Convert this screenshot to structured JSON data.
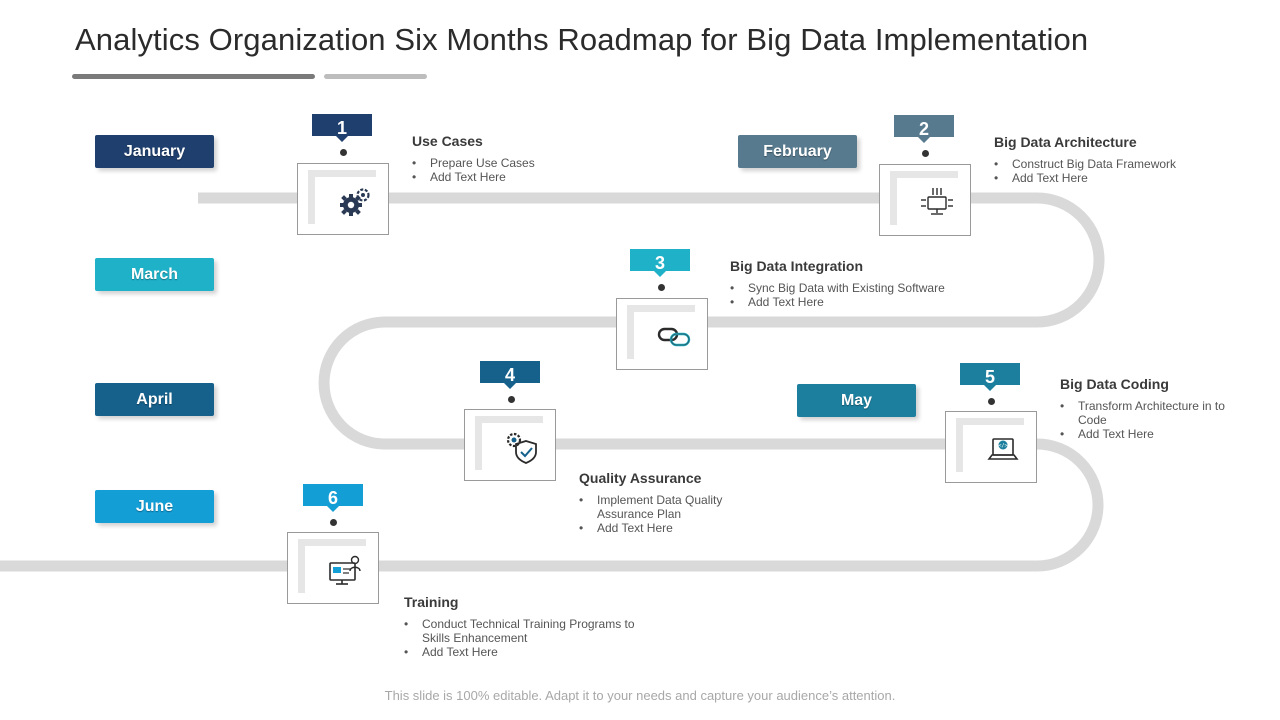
{
  "title": "Analytics Organization Six Months Roadmap for Big Data Implementation",
  "footer": "This slide is 100% editable. Adapt it to your needs and capture your audience’s attention.",
  "months": {
    "january": {
      "label": "January",
      "color": "#1f3f6e"
    },
    "february": {
      "label": "February",
      "color": "#577a8e"
    },
    "march": {
      "label": "March",
      "color": "#1fb1c8"
    },
    "april": {
      "label": "April",
      "color": "#15618c"
    },
    "may": {
      "label": "May",
      "color": "#1d7f9e"
    },
    "june": {
      "label": "June",
      "color": "#139ed6"
    }
  },
  "steps": [
    {
      "number": "1",
      "color": "#1f3f6e",
      "icon": "gears-icon",
      "title": "Use Cases",
      "bullets": [
        "Prepare Use Cases",
        "Add Text Here"
      ]
    },
    {
      "number": "2",
      "color": "#577a8e",
      "icon": "computer-chip-icon",
      "title": "Big Data Architecture",
      "bullets": [
        "Construct Big Data Framework",
        "Add Text Here"
      ]
    },
    {
      "number": "3",
      "color": "#1fb1c8",
      "icon": "chain-link-icon",
      "title": "Big Data Integration",
      "bullets": [
        "Sync Big Data with Existing Software",
        "Add Text Here"
      ]
    },
    {
      "number": "4",
      "color": "#15618c",
      "icon": "quality-shield-icon",
      "title": "Quality Assurance",
      "bullets": [
        "Implement Data Quality Assurance Plan",
        "Add Text Here"
      ]
    },
    {
      "number": "5",
      "color": "#1d7f9e",
      "icon": "laptop-code-icon",
      "title": "Big Data Coding",
      "bullets": [
        "Transform Architecture in to Code",
        "Add Text Here"
      ]
    },
    {
      "number": "6",
      "color": "#139ed6",
      "icon": "online-training-icon",
      "title": "Training",
      "bullets": [
        "Conduct Technical Training Programs to Skills Enhancement",
        "Add Text Here"
      ]
    }
  ]
}
